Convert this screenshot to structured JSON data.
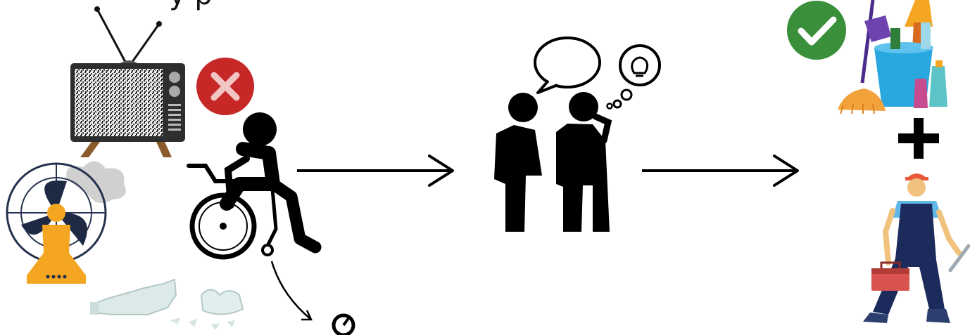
{
  "caption_fragment": "y                    p",
  "stages": [
    {
      "id": "problem",
      "items": [
        "broken-tv",
        "broken-fan",
        "broken-glass",
        "wheelchair-user",
        "disallowed-mark",
        "lost-wheel"
      ]
    },
    {
      "id": "discussion",
      "items": [
        "two-people-talking",
        "speech-bubble",
        "idea-thought-bubble"
      ]
    },
    {
      "id": "solution",
      "items": [
        "cleaning-supplies",
        "allowed-mark",
        "plus-sign",
        "handyman"
      ]
    }
  ],
  "colors": {
    "disallowed": "#c62828",
    "allowed": "#3a8f3a",
    "figure": "#000000",
    "bucket": "#29a8e0",
    "overalls": "#1d2a5c",
    "toolbox": "#d9534f",
    "fan_dark": "#1e2a44",
    "fan_yellow": "#f4a623"
  }
}
